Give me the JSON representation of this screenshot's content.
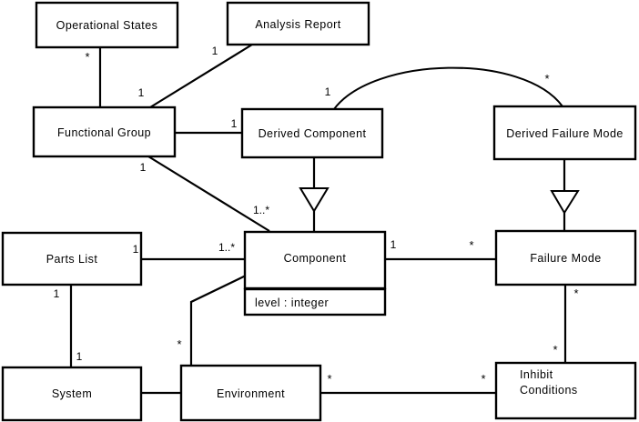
{
  "diagram": {
    "type": "uml-class-diagram",
    "background_color": "#ffffff",
    "line_color": "#000000",
    "classes": [
      {
        "id": "operational_states",
        "name": "Operational States",
        "attributes": []
      },
      {
        "id": "analysis_report",
        "name": "Analysis Report",
        "attributes": []
      },
      {
        "id": "functional_group",
        "name": "Functional Group",
        "attributes": []
      },
      {
        "id": "derived_component",
        "name": "Derived Component",
        "attributes": []
      },
      {
        "id": "derived_failure_mode",
        "name": "Derived Failure Mode",
        "attributes": []
      },
      {
        "id": "parts_list",
        "name": "Parts List",
        "attributes": []
      },
      {
        "id": "component",
        "name": "Component",
        "attributes": [
          "level : integer"
        ]
      },
      {
        "id": "failure_mode",
        "name": "Failure Mode",
        "attributes": []
      },
      {
        "id": "system",
        "name": "System",
        "attributes": []
      },
      {
        "id": "environment",
        "name": "Environment",
        "attributes": []
      },
      {
        "id": "inhibit_conditions",
        "name": "Inhibit",
        "name_line2": "Conditions",
        "attributes": []
      }
    ],
    "multiplicities": {
      "operational_states_to_functional_group": "*",
      "functional_group_to_operational_states": "1",
      "functional_group_to_analysis_report": "1",
      "functional_group_to_derived_component": "1",
      "functional_group_to_component": "1",
      "component_to_functional_group": "1..*",
      "derived_component_to_derived_failure_mode": "1",
      "derived_failure_mode_to_derived_component": "*",
      "parts_list_to_component": "1",
      "component_to_parts_list": "1..*",
      "parts_list_to_system": "1",
      "system_to_parts_list": "1",
      "component_to_failure_mode": "1",
      "failure_mode_to_component": "*",
      "failure_mode_to_inhibit_conditions": "*",
      "inhibit_conditions_to_failure_mode": "*",
      "environment_to_component": "*",
      "environment_to_inhibit_conditions": "*",
      "inhibit_conditions_to_environment": "*"
    },
    "generalizations": [
      {
        "from": "derived_component",
        "to": "component"
      },
      {
        "from": "derived_failure_mode",
        "to": "failure_mode"
      }
    ]
  }
}
